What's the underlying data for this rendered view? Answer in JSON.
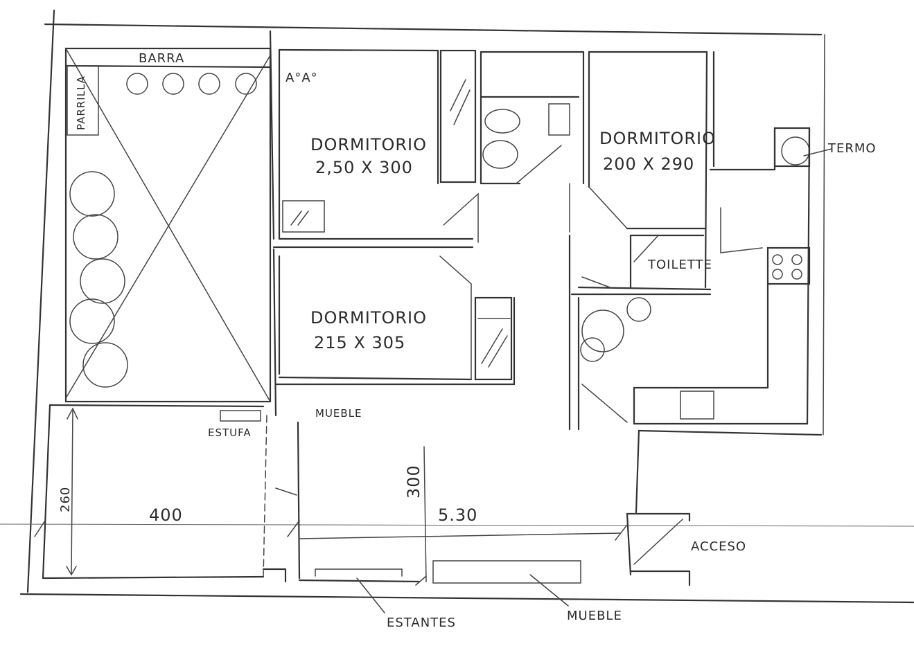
{
  "labels": {
    "barra": "BARRA",
    "parrilla": "PARRILLA",
    "aa": "A°A°",
    "dormitorio_1": "DORMITORIO",
    "dormitorio_1_dim": "2,50 X 300",
    "dormitorio_2": "DORMITORIO",
    "dormitorio_2_dim": "215 X 305",
    "dormitorio_3": "DORMITORIO",
    "dormitorio_3_dim": "200 X 290",
    "termo": "TERMO",
    "toilette": "TOILETTE",
    "mueble_top": "MUEBLE",
    "estufa": "ESTUFA",
    "dim_260": "260",
    "dim_400": "400",
    "dim_300": "300",
    "dim_530": "5.30",
    "acceso": "ACCESO",
    "estantes": "ESTANTES",
    "mueble_bottom": "MUEBLE"
  },
  "colors": {
    "ink": "#333333",
    "paper": "#ffffff"
  }
}
